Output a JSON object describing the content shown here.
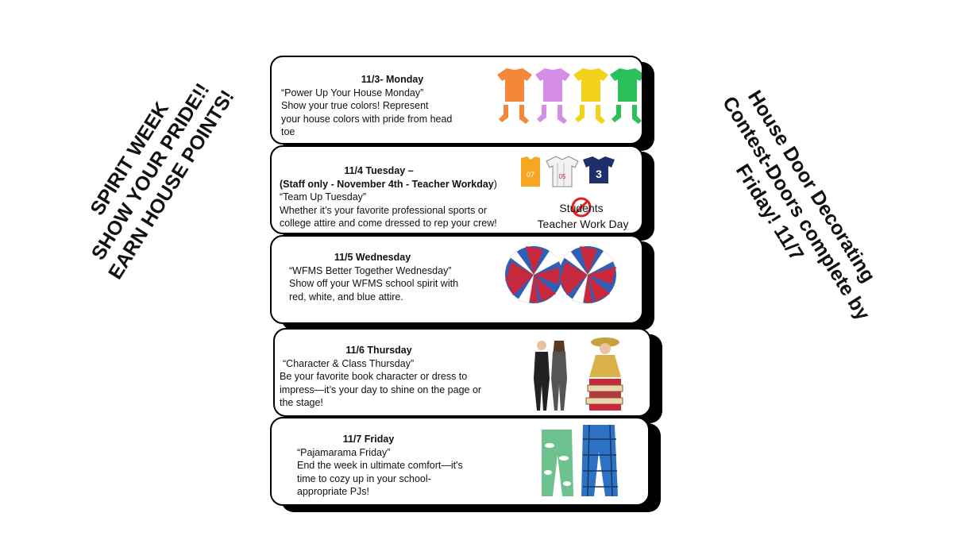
{
  "side_left": {
    "lines": [
      "SPIRIT WEEK",
      "SHOW YOUR PRIDE!!",
      "EARN HOUSE POINTS!"
    ]
  },
  "side_right": {
    "lines": [
      "House Door Decorating",
      "Contest-Doors complete by",
      "Friday! 11/7"
    ]
  },
  "days": [
    {
      "title": "11/3- Monday",
      "lines": [
        "“Power Up Your House Monday”",
        "Show your true colors! Represent",
        "your house colors with pride from head",
        "toe"
      ],
      "icons": [
        "orange-shirt-socks-icon",
        "purple-shirt-socks-icon",
        "yellow-shirt-socks-icon",
        "green-shirt-socks-icon"
      ],
      "colors": [
        "#f4883a",
        "#d58ee6",
        "#f3d21e",
        "#2dc05a"
      ]
    },
    {
      "title": "11/4 Tuesday –",
      "subtitle_bold": "(Staff only - November 4th - Teacher Workday",
      "subtitle_end": ")",
      "lines": [
        "“Team Up Tuesday”",
        "Whether it’s your favorite professional sports or",
        "college attire and come dressed to rep your crew!"
      ],
      "no_students": "Students",
      "workday": "Teacher Work Day",
      "jersey_numbers": [
        "07",
        "05",
        "3"
      ]
    },
    {
      "title": "11/5 Wednesday",
      "lines": [
        "“WFMS Better Together Wednesday”",
        "Show off your WFMS school spirit with",
        "red, white, and blue attire."
      ],
      "colors": [
        "#c8283b",
        "#2f5fb4",
        "#ffffff"
      ]
    },
    {
      "title": "11/6 Thursday",
      "lines": [
        "“Character & Class Thursday”",
        "Be your favorite book character or dress to",
        "impress—it’s your day to shine on the page or",
        "the stage!"
      ]
    },
    {
      "title": "11/7 Friday",
      "lines": [
        "“Pajamarama Friday”",
        "End the week in ultimate comfort—it's",
        "time to cozy up in your school-",
        "appropriate PJs!"
      ],
      "colors": [
        "#6cc18f",
        "#2d72c4"
      ]
    }
  ]
}
